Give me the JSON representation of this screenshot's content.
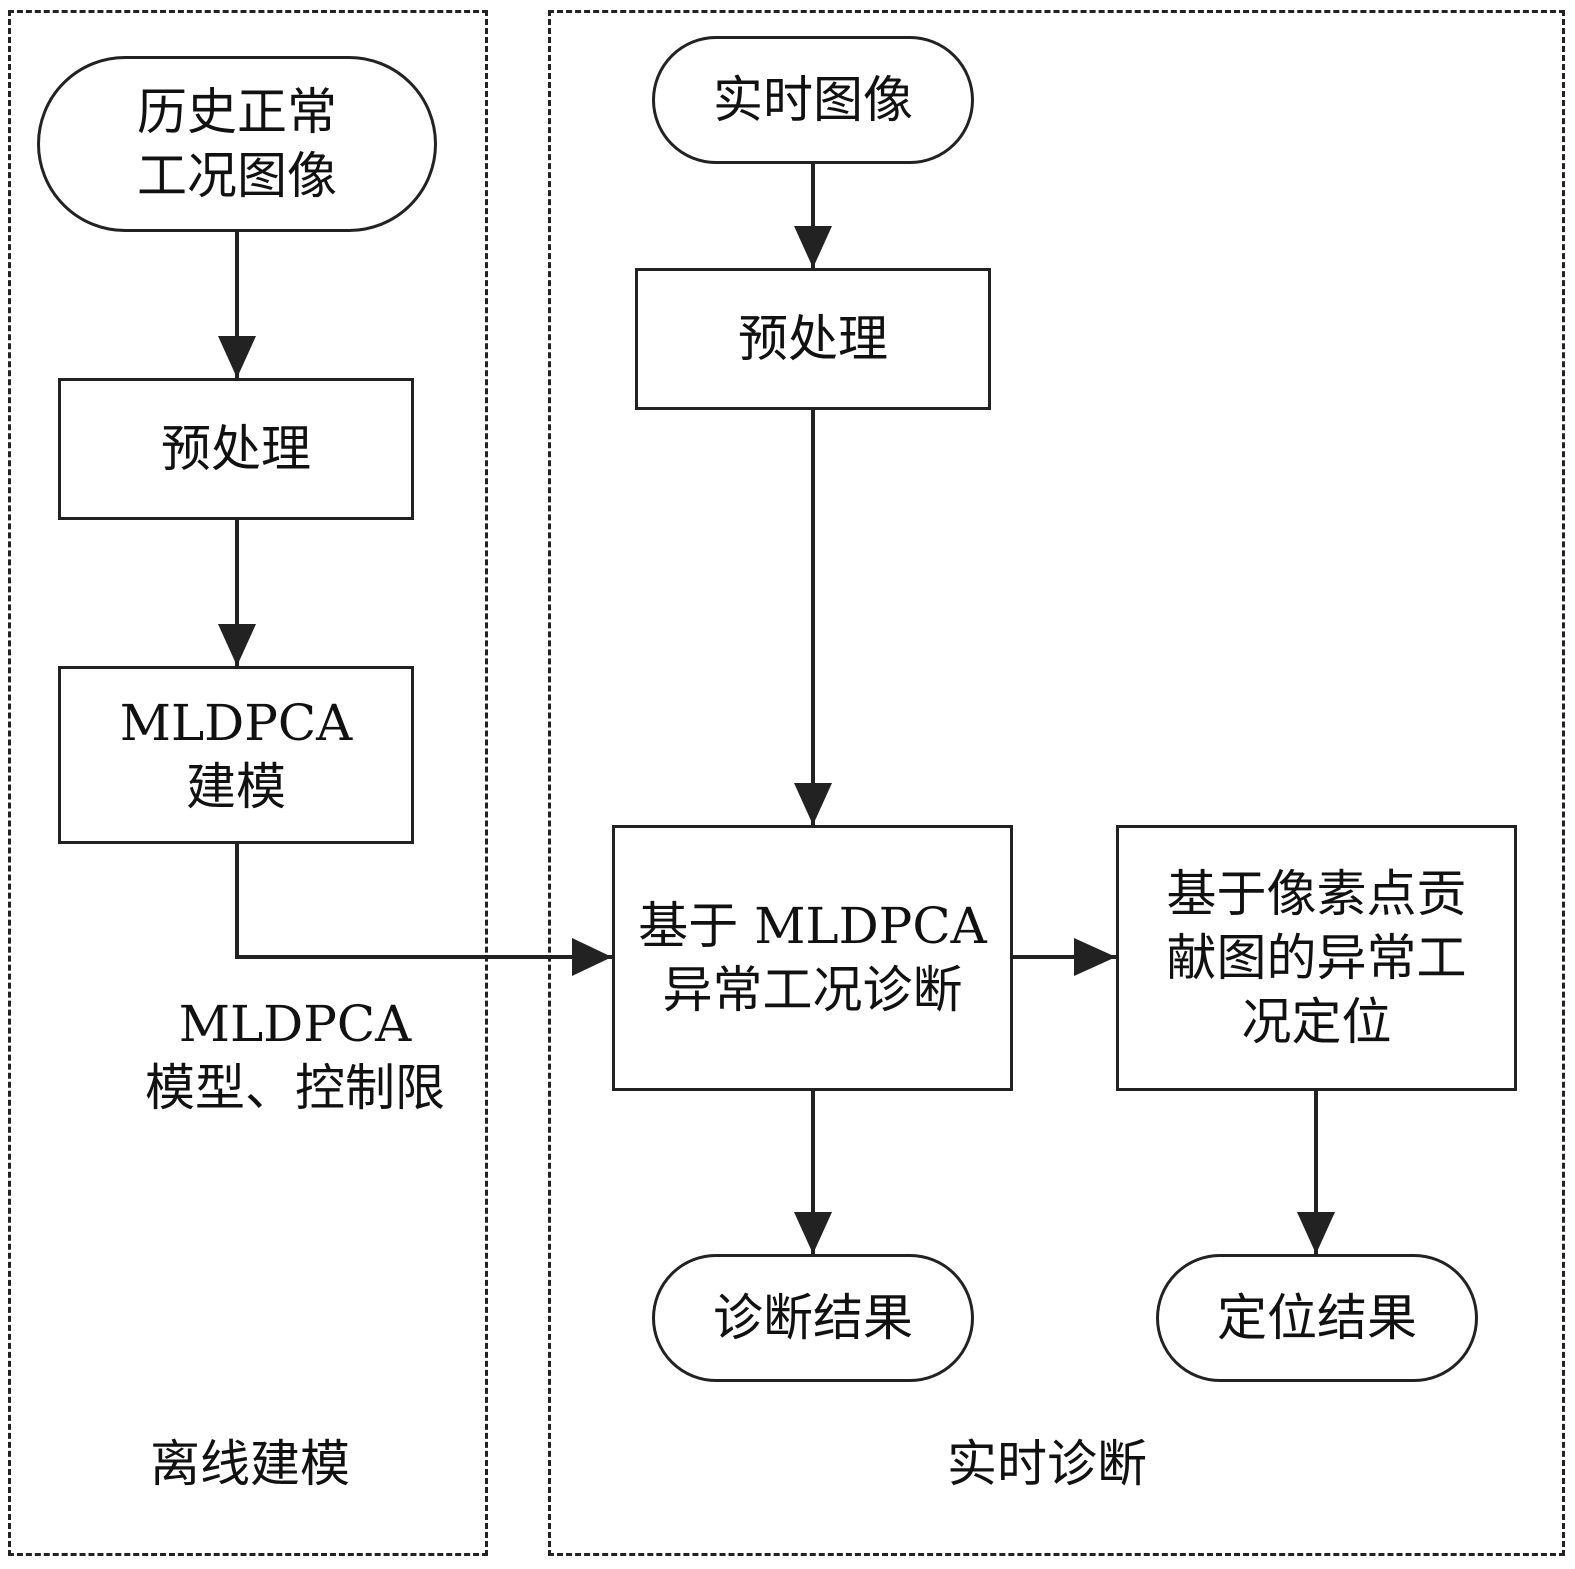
{
  "offline_panel": {
    "label": "离线建模"
  },
  "online_panel": {
    "label": "实时诊断"
  },
  "nodes": {
    "history_images": {
      "lines": [
        "历史正常",
        "工况图像"
      ]
    },
    "preprocess_offline": {
      "lines": [
        "预处理"
      ]
    },
    "mldpca_modeling": {
      "lines": [
        "MLDPCA",
        "建模"
      ]
    },
    "realtime_images": {
      "lines": [
        "实时图像"
      ]
    },
    "preprocess_online": {
      "lines": [
        "预处理"
      ]
    },
    "anomaly_diagnosis": {
      "lines": [
        "基于 MLDPCA",
        "异常工况诊断"
      ]
    },
    "anomaly_localization": {
      "lines": [
        "基于像素点贡",
        "献图的异常工",
        "况定位"
      ]
    },
    "diagnosis_result": {
      "lines": [
        "诊断结果"
      ]
    },
    "localization_result": {
      "lines": [
        "定位结果"
      ]
    }
  },
  "edge_labels": {
    "model_limits": {
      "lines": [
        "MLDPCA",
        "模型、控制限"
      ]
    }
  }
}
